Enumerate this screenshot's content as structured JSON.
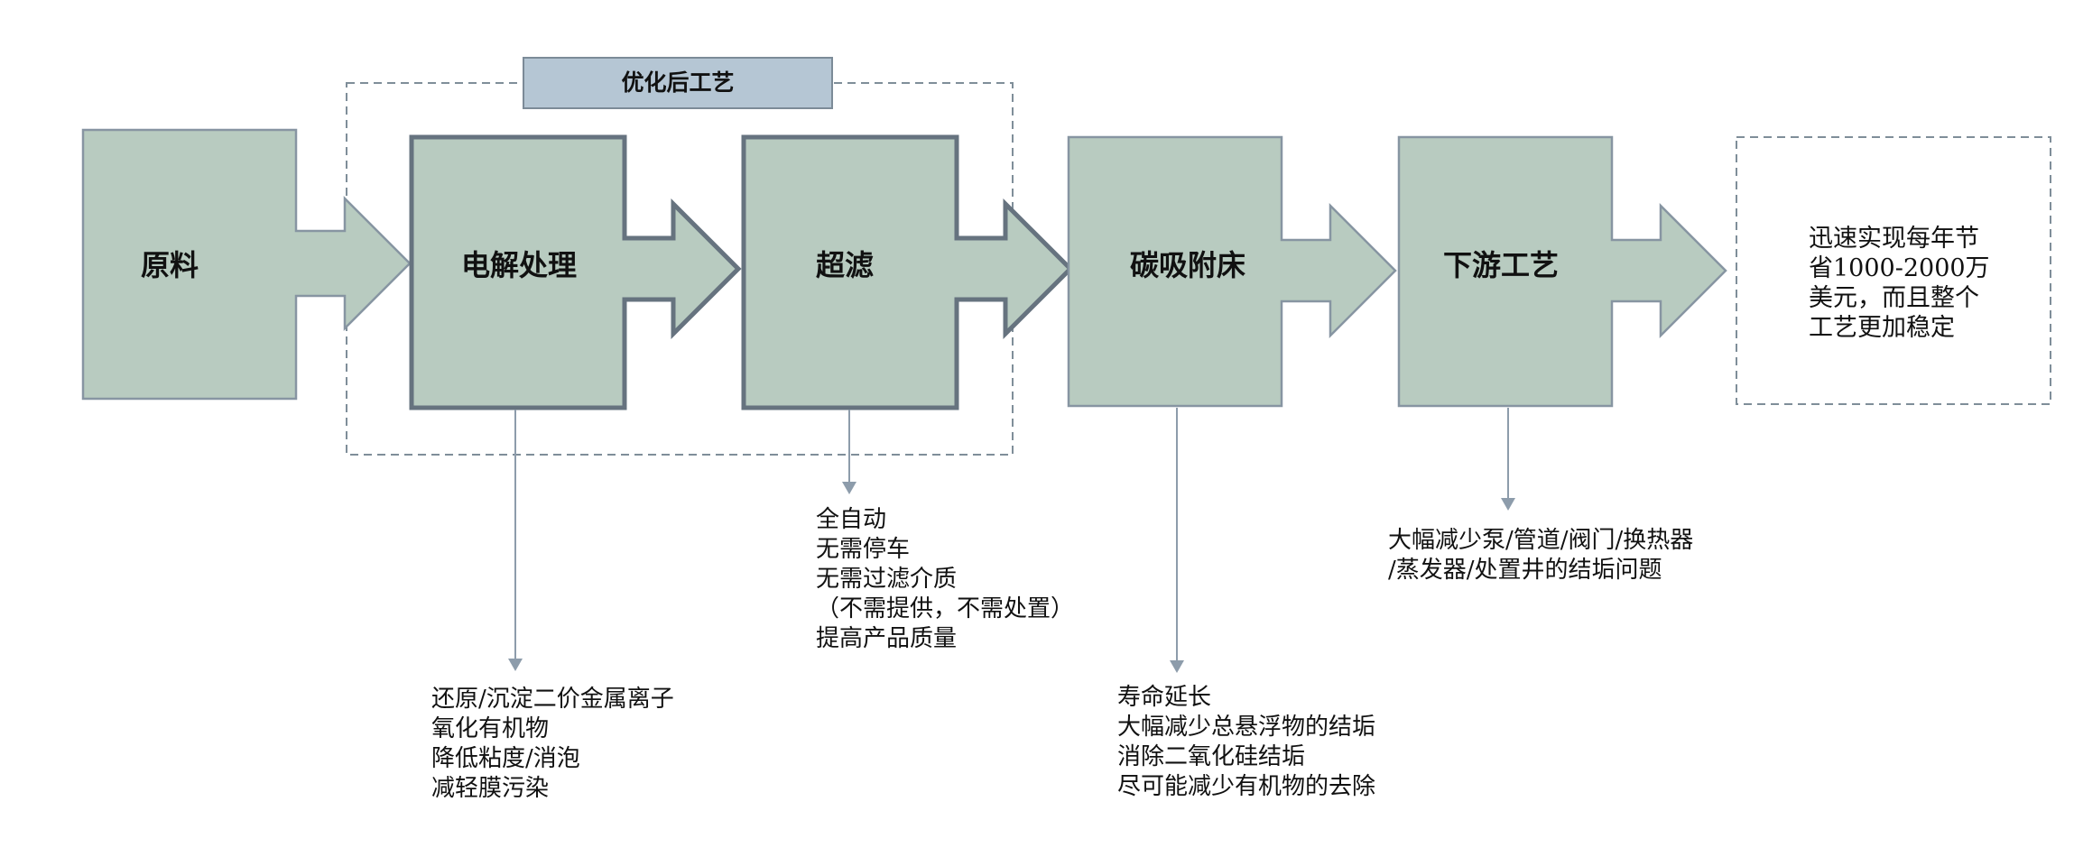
{
  "group": {
    "title": "优化后工艺"
  },
  "steps": [
    {
      "label": "原料"
    },
    {
      "label": "电解处理"
    },
    {
      "label": "超滤"
    },
    {
      "label": "碳吸附床"
    },
    {
      "label": "下游工艺"
    }
  ],
  "result": {
    "lines": [
      "迅速实现每年节",
      "省1000-2000万",
      "美元，而且整个",
      "工艺更加稳定"
    ]
  },
  "notes": {
    "electrolysis": [
      "还原/沉淀二价金属离子",
      "氧化有机物",
      "降低粘度/消泡",
      "减轻膜污染"
    ],
    "ultrafiltration": [
      "全自动",
      "无需停车",
      "无需过滤介质",
      "（不需提供，不需处置）",
      "提高产品质量"
    ],
    "carbon_bed": [
      "寿命延长",
      "大幅减少总悬浮物的结垢",
      "消除二氧化硅结垢",
      "尽可能减少有机物的去除"
    ],
    "downstream": [
      "大幅减少泵/管道/阀门/换热器",
      "/蒸发器/处置井的结垢问题"
    ]
  },
  "colors": {
    "box_fill": "#b8cbc0",
    "box_stroke": "#8795a2",
    "box_stroke_emphasis": "#66737f",
    "title_fill": "#b5c6d4",
    "connector": "#8d9cab"
  }
}
